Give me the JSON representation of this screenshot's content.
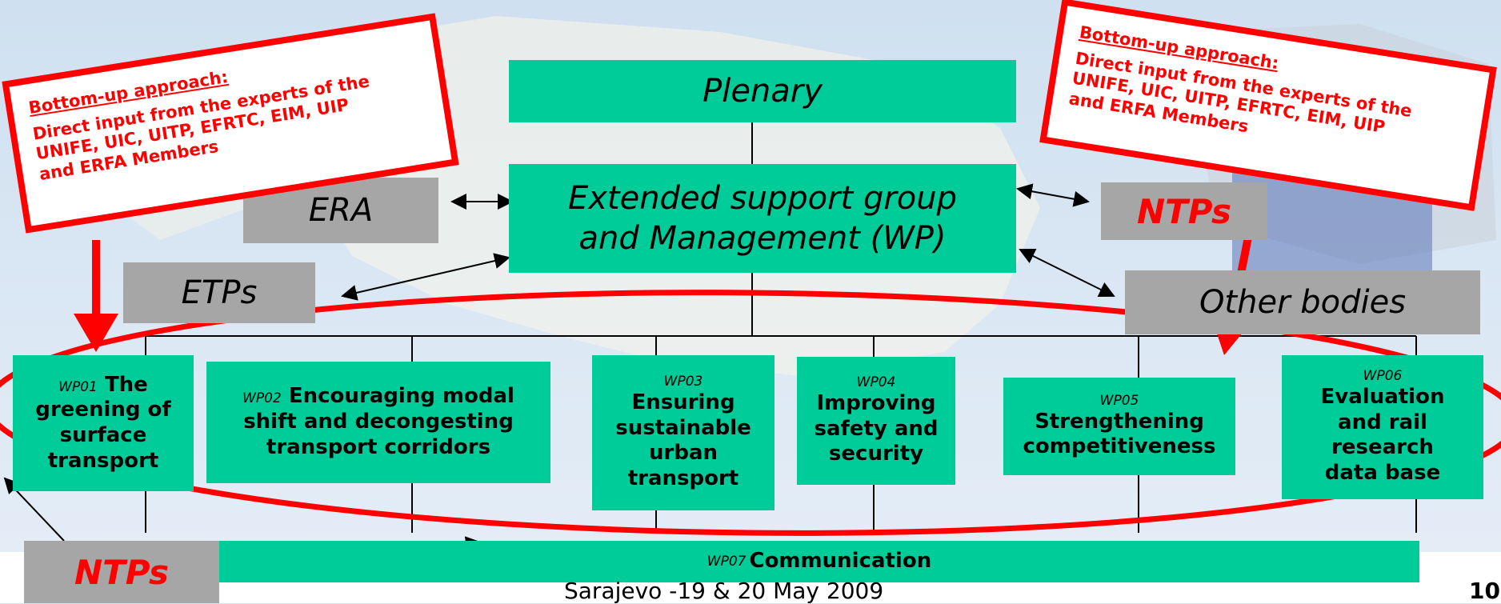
{
  "plenary": "Plenary",
  "support": {
    "line1": "Extended support group",
    "line2": "and Management (WP)"
  },
  "era": "ERA",
  "etps": "ETPs",
  "ntps_right": "NTPs",
  "other_bodies": "Other bodies",
  "ntps_bottom": "NTPs",
  "left_note": {
    "heading": "Bottom-up approach:",
    "lines": [
      "Direct input from the experts of the",
      "UNIFE, UIC, UITP, EFRTC, EIM, UIP",
      "and ERFA Members"
    ]
  },
  "right_note": {
    "heading": "Bottom-up approach:",
    "lines": [
      "Direct input from the experts of the",
      "UNIFE, UIC, UITP, EFRTC, EIM, UIP",
      "and ERFA Members"
    ]
  },
  "wps": {
    "wp01": {
      "code": "WP01",
      "title_a": "The",
      "title_b": "greening of",
      "title_c": "surface",
      "title_d": "transport"
    },
    "wp02": {
      "code": "WP02",
      "title_a": "Encouraging modal",
      "title_b": "shift and decongesting",
      "title_c": "transport corridors"
    },
    "wp03": {
      "code": "WP03",
      "title_a": "Ensuring",
      "title_b": "sustainable",
      "title_c": "urban",
      "title_d": "transport"
    },
    "wp04": {
      "code": "WP04",
      "title_a": "Improving",
      "title_b": "safety and",
      "title_c": "security"
    },
    "wp05": {
      "code": "WP05",
      "title_a": "Strengthening",
      "title_b": "competitiveness"
    },
    "wp06": {
      "code": "WP06",
      "title_a": "Evaluation",
      "title_b": "and rail",
      "title_c": "research",
      "title_d": "data base"
    },
    "wp07": {
      "code": "WP07",
      "title": "Communication"
    }
  },
  "footer": "Sarajevo -19 & 20 May 2009",
  "page_number": "10",
  "colors": {
    "green": "#00cc99",
    "grey": "#a6a6a6",
    "red": "#ff0000"
  }
}
